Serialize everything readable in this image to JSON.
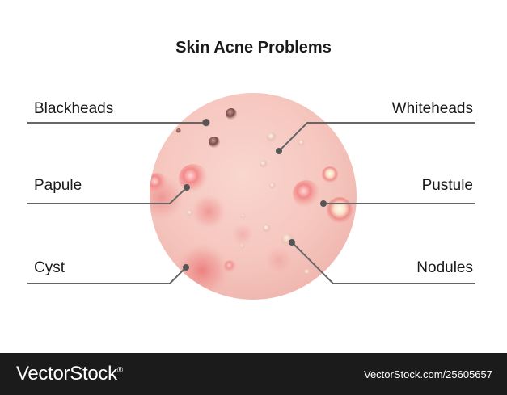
{
  "title": "Skin Acne Problems",
  "labels": {
    "blackheads": "Blackheads",
    "whiteheads": "Whiteheads",
    "papule": "Papule",
    "pustule": "Pustule",
    "cyst": "Cyst",
    "nodules": "Nodules"
  },
  "footer": {
    "brand": "VectorStock",
    "reg_mark": "®",
    "stock_id": "VectorStock.com/25605657"
  },
  "colors": {
    "skin": "#f6c9c1",
    "leader_line": "#666666",
    "footer_bg": "#1b1b1b"
  }
}
